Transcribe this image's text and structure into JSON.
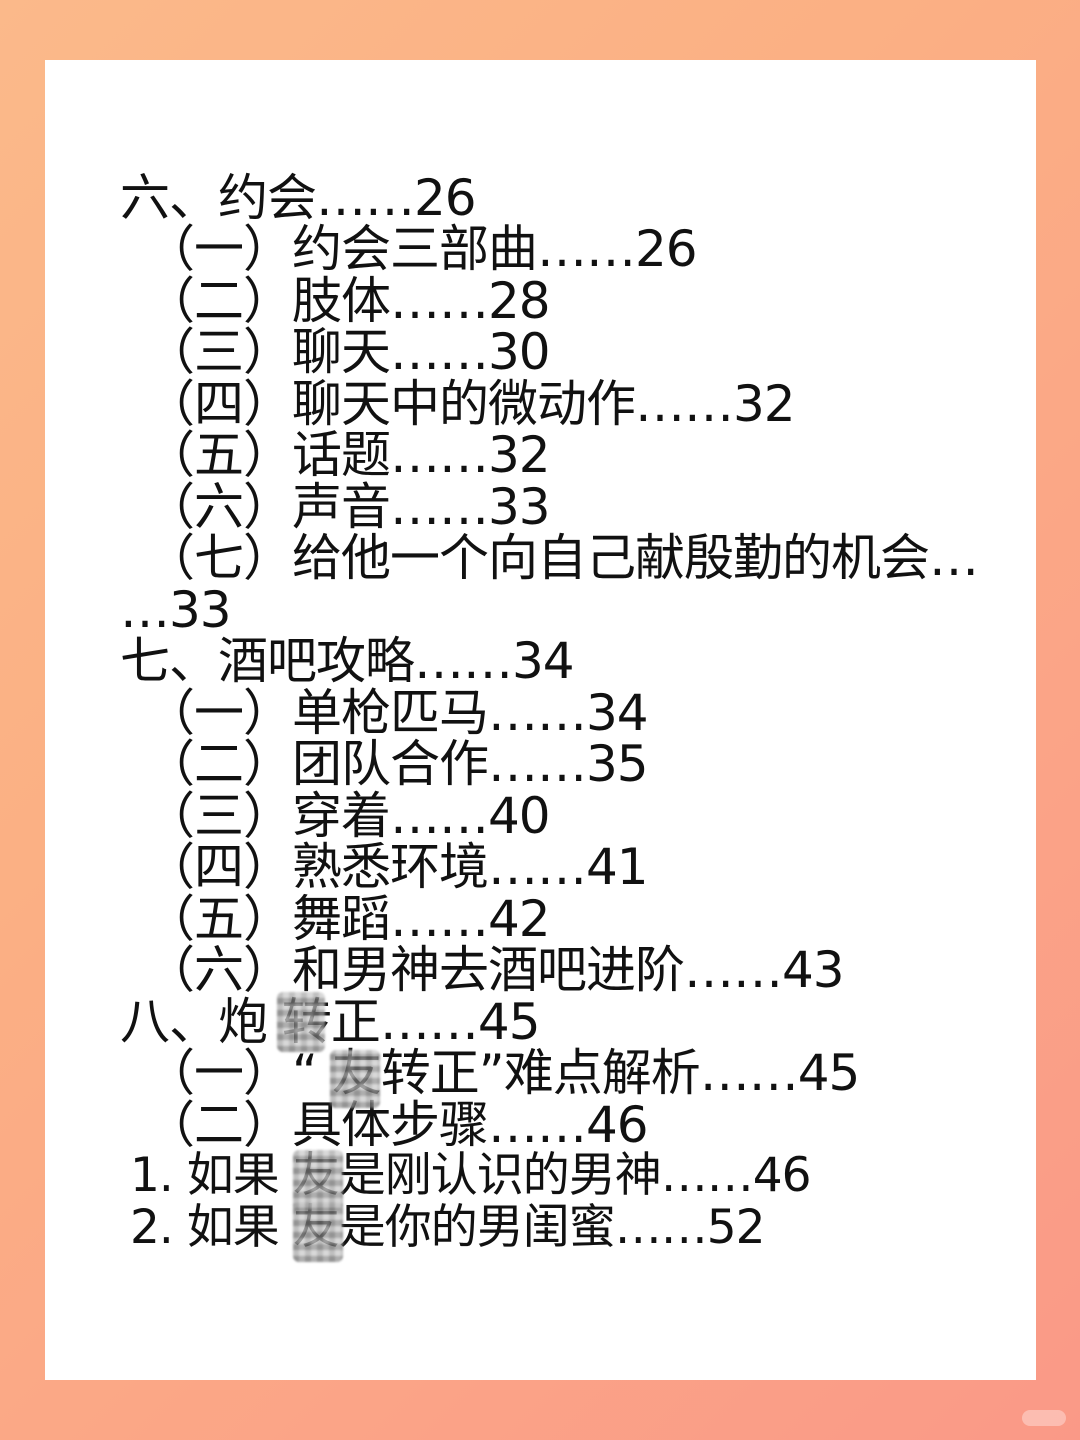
{
  "toc": [
    {
      "text": "六、约会……26"
    },
    {
      "text": "（一）约会三部曲……26"
    },
    {
      "text": "（二）肢体……28"
    },
    {
      "text": "（三）聊天……30"
    },
    {
      "text": "（四）聊天中的微动作……32"
    },
    {
      "text": "（五）话题……32"
    },
    {
      "text": "（六）声音……33"
    },
    {
      "text": "（七）给他一个向自己献殷勤的机会…"
    },
    {
      "text": "…33"
    },
    {
      "text": "七、酒吧攻略……34"
    },
    {
      "text": "（一）单枪匹马……34"
    },
    {
      "text": "（二）团队合作……35"
    },
    {
      "text": "（三）穿着……40"
    },
    {
      "text": "（四）熟悉环境……41"
    },
    {
      "text": "（五）舞蹈……42"
    },
    {
      "text": "（六）和男神去酒吧进阶……43"
    },
    {
      "text": "八、炮 转正……45"
    },
    {
      "text": "（一）“ 友转正”难点解析……45"
    },
    {
      "text": "（二）具体步骤……46"
    },
    {
      "text": "1. 如果 友是刚认识的男神……46"
    },
    {
      "text": "2. 如果 友是你的男闺蜜……52"
    }
  ]
}
